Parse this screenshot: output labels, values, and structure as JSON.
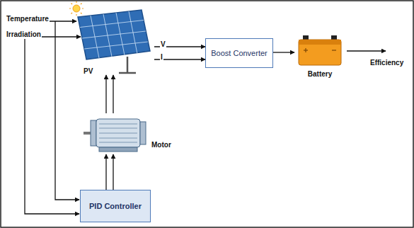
{
  "diagram": {
    "nodes": [
      {
        "text": [
          "PV"
        ]
      },
      {
        "text": [
          "Boost Converter"
        ]
      },
      {
        "text": [
          "Battery"
        ]
      },
      {
        "text": [
          "Motor"
        ]
      },
      {
        "text": [
          "PID Controller"
        ]
      }
    ],
    "edges": [
      {
        "from": 0,
        "to": 1,
        "label": "V",
        "arrow": "to"
      },
      {
        "from": 0,
        "to": 1,
        "label": "I",
        "arrow": "to"
      },
      {
        "from": 1,
        "to": 2,
        "arrow": "to"
      },
      {
        "from": 3,
        "to": 0,
        "arrow": "to"
      },
      {
        "from": 3,
        "to": 0,
        "arrow": "to"
      },
      {
        "from": 4,
        "to": 3,
        "arrow": "to"
      },
      {
        "from": 4,
        "to": 3,
        "arrow": "to"
      }
    ],
    "labels": [
      "Temperature",
      "Irradiation",
      "Efficiency"
    ]
  }
}
